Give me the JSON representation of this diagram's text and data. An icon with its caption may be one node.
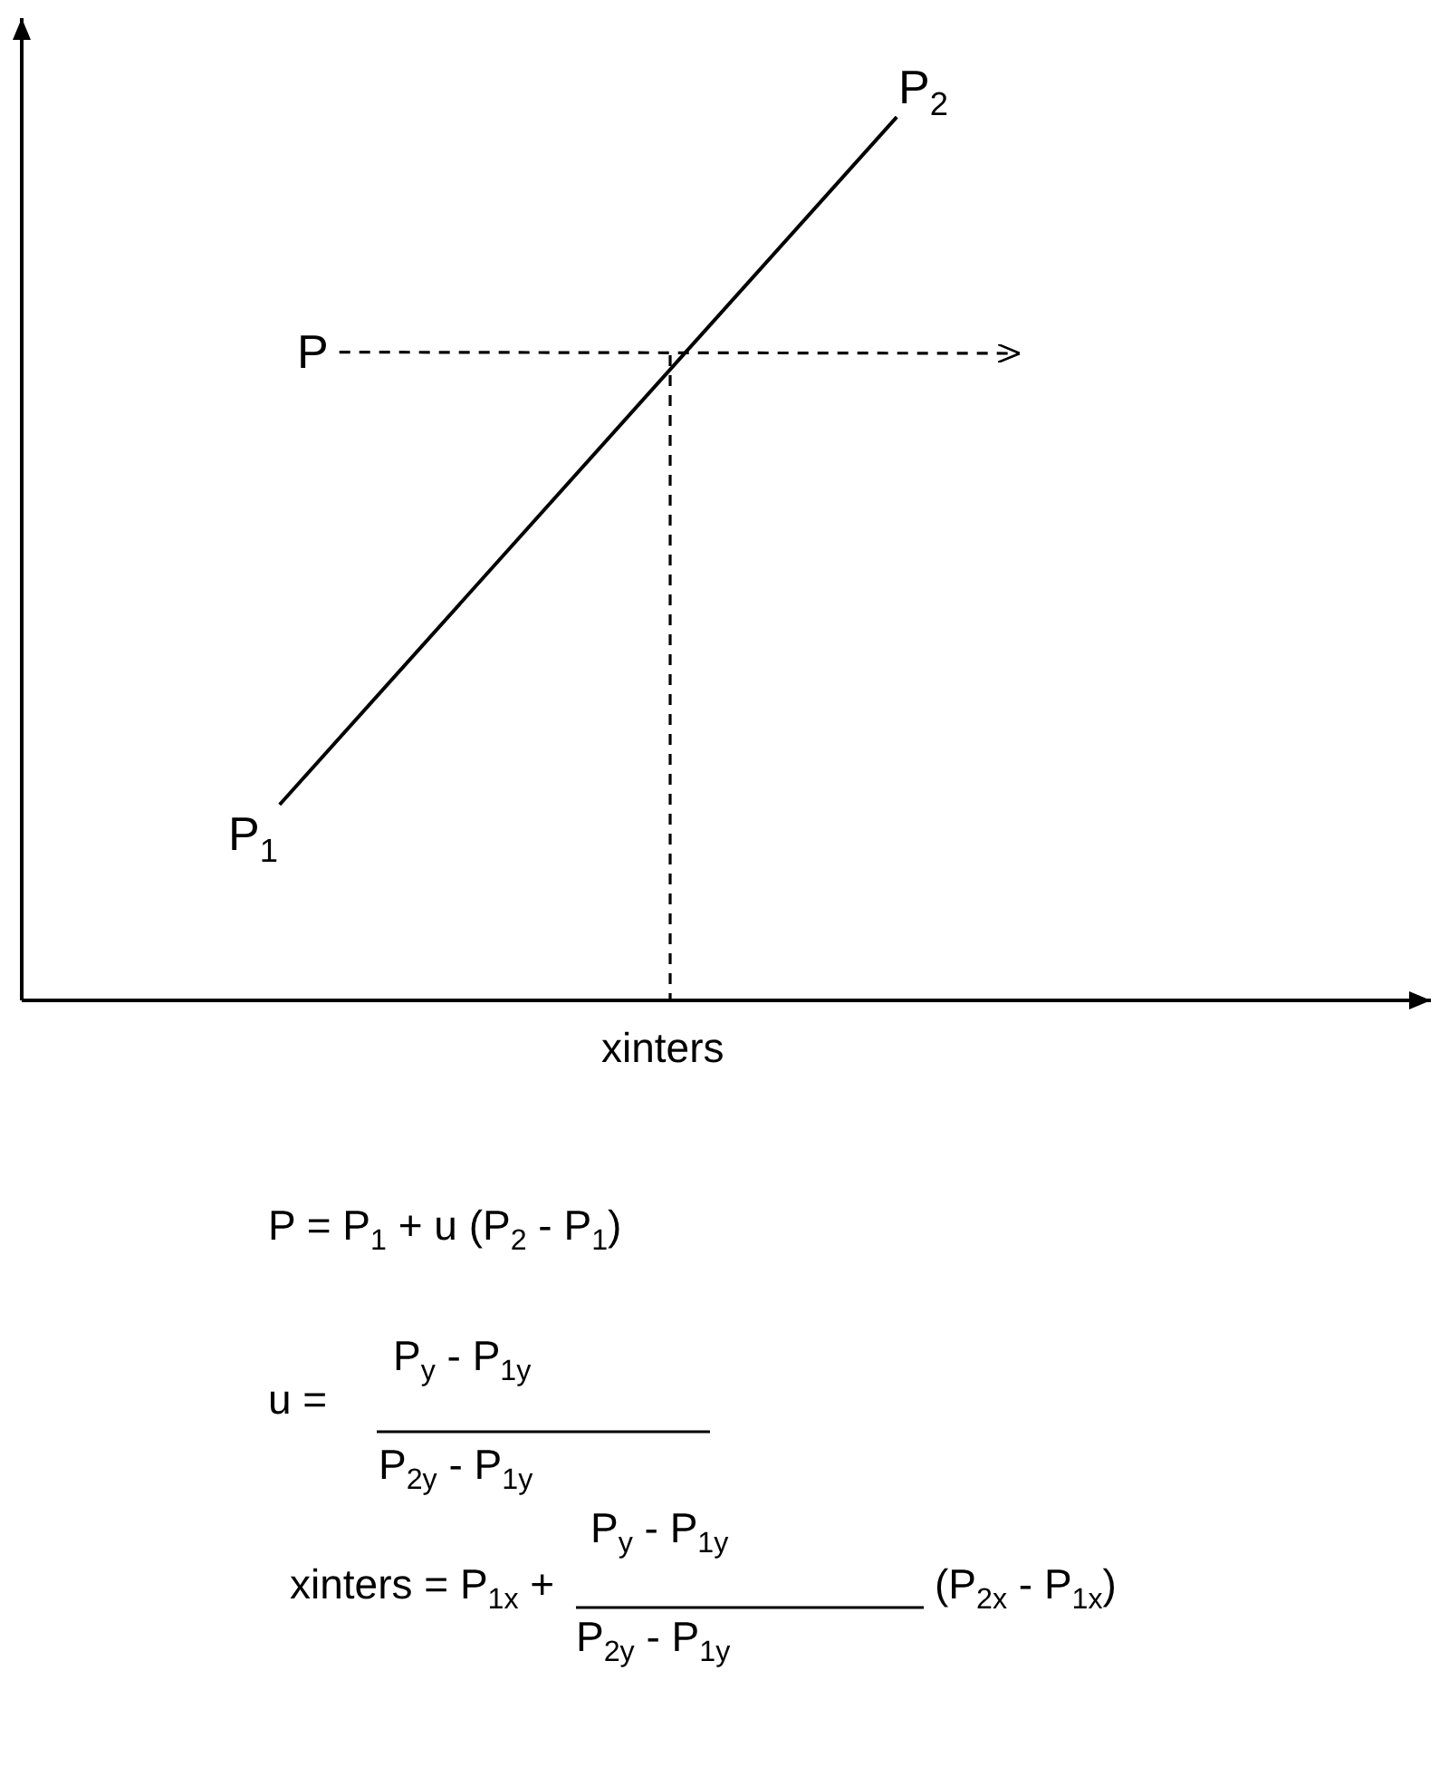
{
  "diagram": {
    "nodes": [
      {
        "text": [
          "P"
        ]
      },
      {
        "text": [
          "P$_{1}$"
        ]
      },
      {
        "text": [
          "P$_{2}$"
        ]
      }
    ],
    "edges": [
      {
        "from": 0,
        "to": null,
        "arrow": "to",
        "style": "dashed"
      },
      {
        "from": 1,
        "to": 2,
        "arrow": "none"
      }
    ],
    "labels": [
      "xinters",
      "P = P$_{1}$ + u (P$_{2}$ - P$_{1}$)",
      "u =",
      "P$_{y}$ - P$_{1y}$",
      "P$_{2y}$ - P$_{1y}$",
      "P$_{y}$ - P$_{1y}$",
      "xinters = P$_{1x}$ +",
      "(P$_{2x}$ - P$_{1x}$)",
      "P$_{2y}$ - P$_{1y}$"
    ]
  }
}
